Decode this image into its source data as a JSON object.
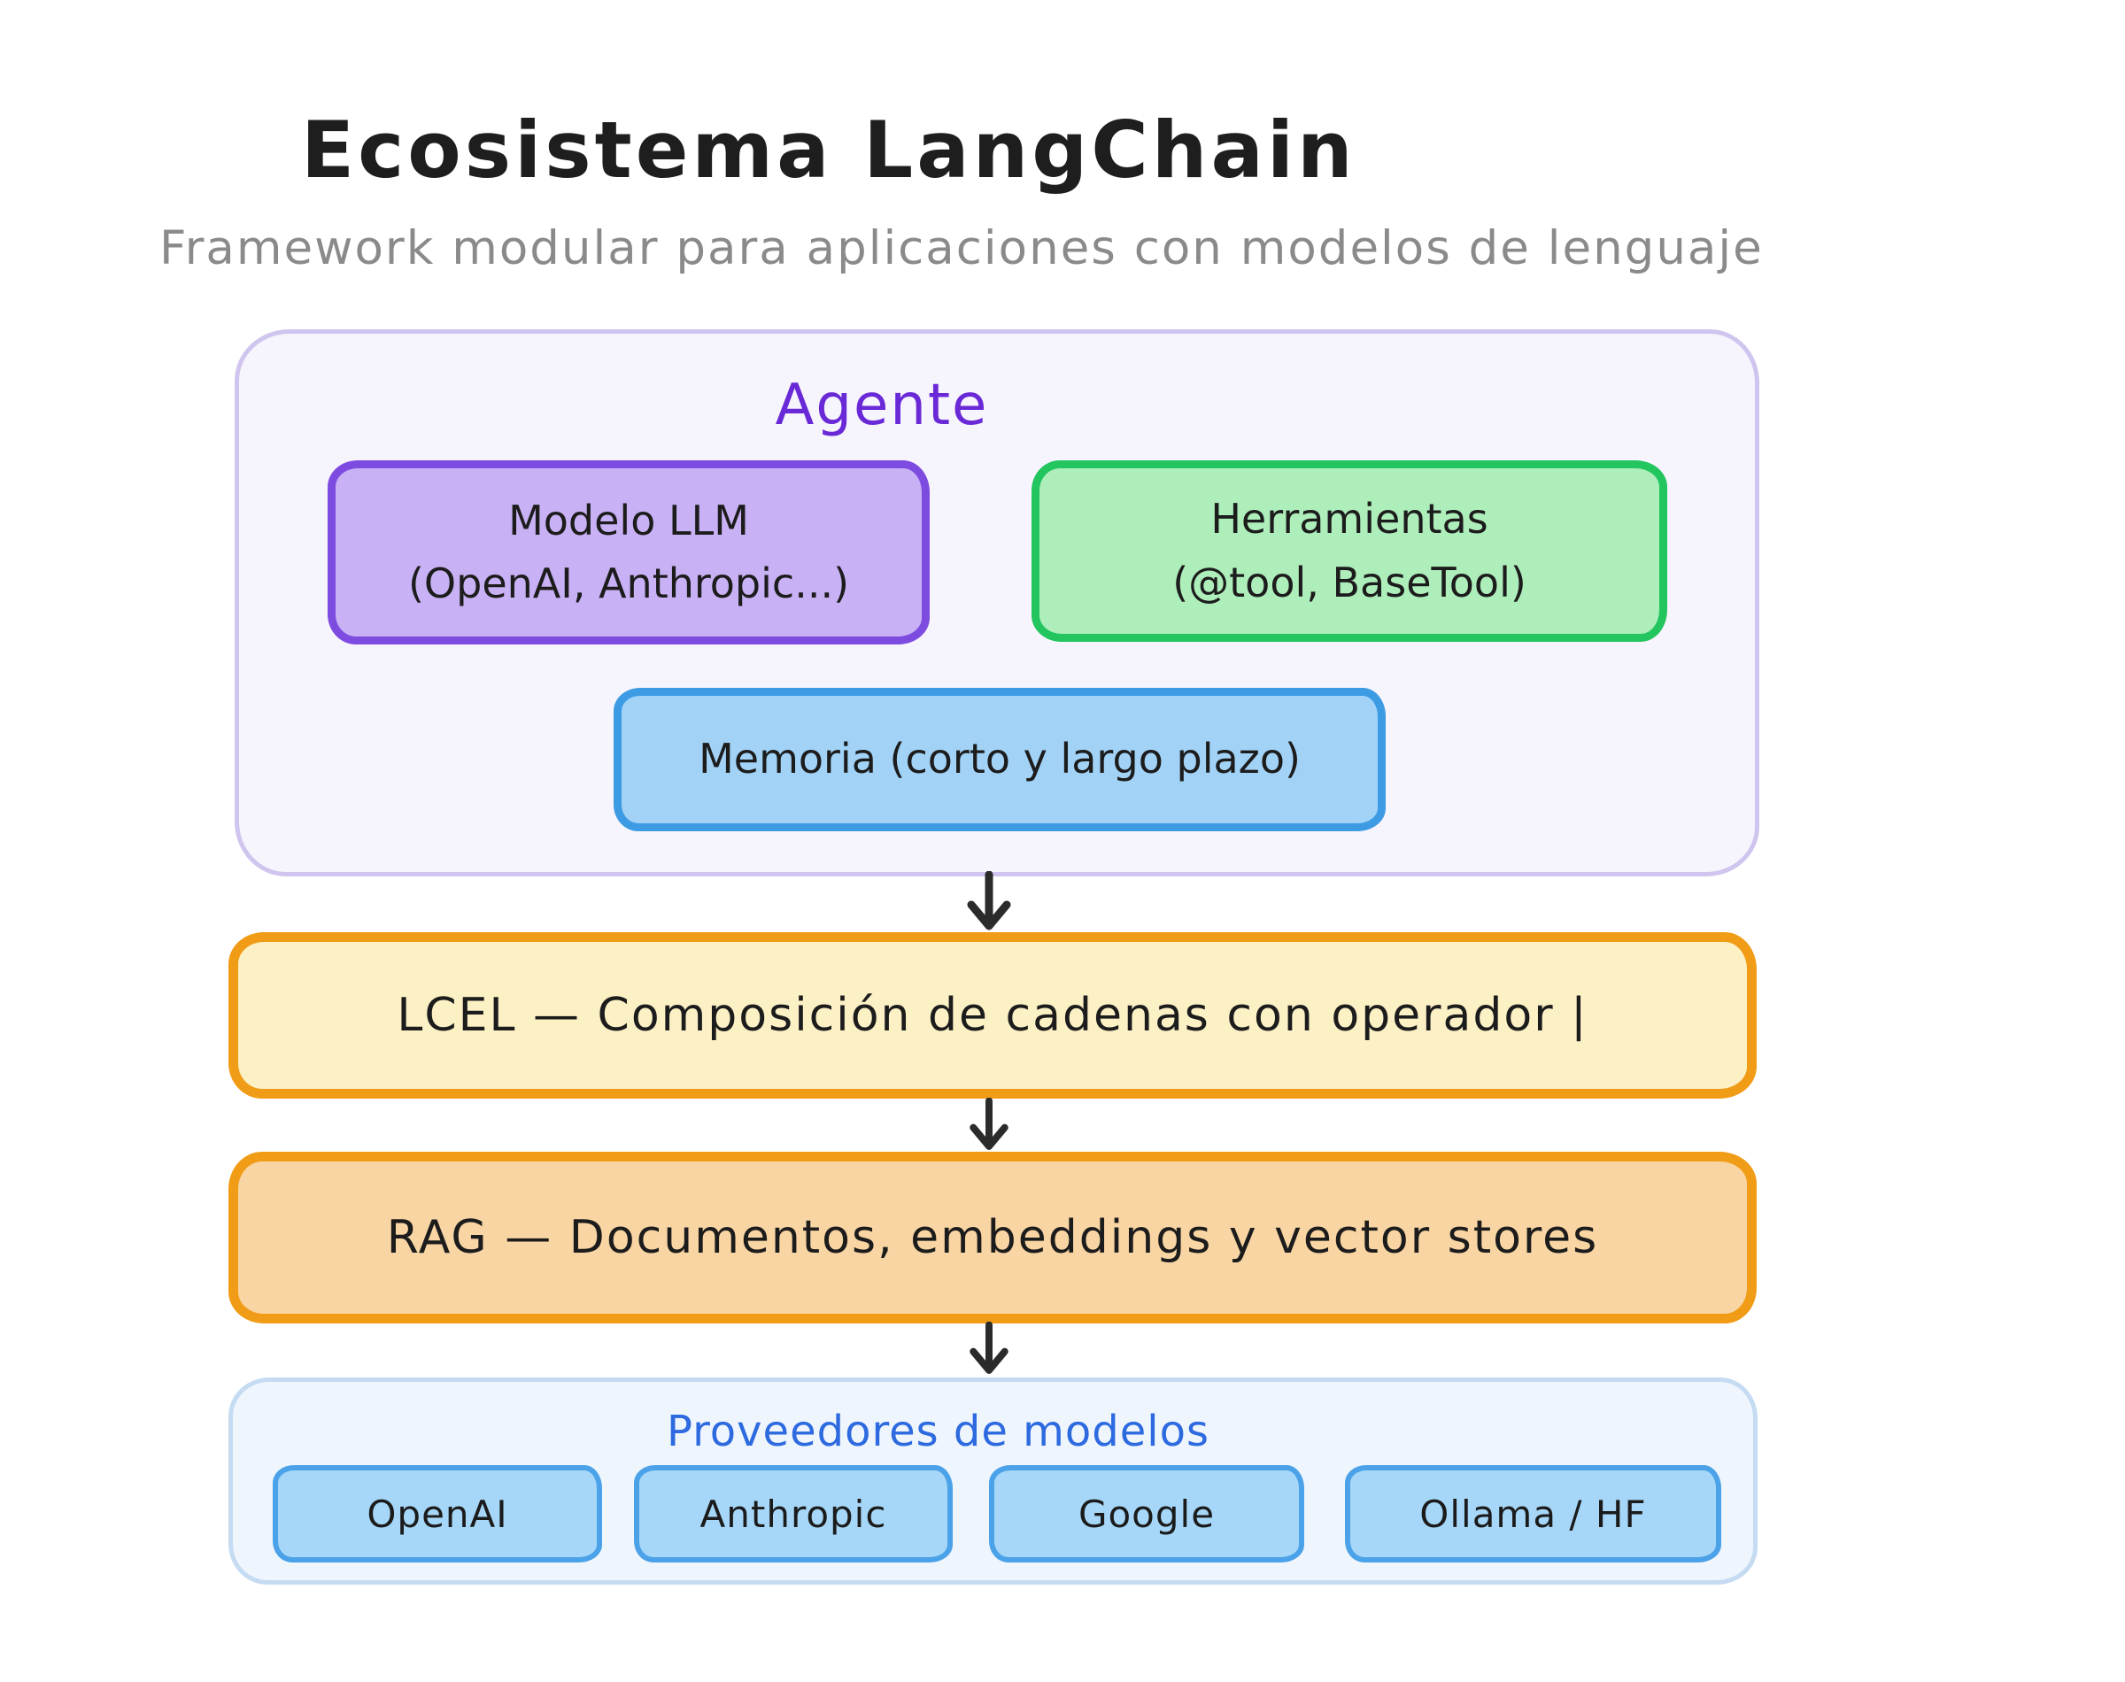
{
  "title": "Ecosistema LangChain",
  "subtitle": "Framework modular para aplicaciones con modelos de lenguaje",
  "agent": {
    "label": "Agente",
    "modelo_llm": {
      "line1": "Modelo LLM",
      "line2": "(OpenAI, Anthropic...)"
    },
    "herramientas": {
      "line1": "Herramientas",
      "line2": "(@tool, BaseTool)"
    },
    "memoria": {
      "line1": "Memoria (corto y largo plazo)"
    }
  },
  "lcel": {
    "label": "LCEL — Composición de cadenas con operador |"
  },
  "rag": {
    "label": "RAG — Documentos, embeddings y vector stores"
  },
  "providers": {
    "label": "Proveedores de modelos",
    "items": [
      "OpenAI",
      "Anthropic",
      "Google",
      "Ollama / HF"
    ]
  },
  "colors": {
    "title_text": "#1e1e1e",
    "subtitle_text": "#8a8a8a",
    "agent_container_fill": "#f6f4fd",
    "agent_container_border": "#d0c5ef",
    "agent_label_text": "#6929d6",
    "modelo_fill": "#c8b1f4",
    "modelo_border": "#7e4be0",
    "herramientas_fill": "#aeeebb",
    "herramientas_border": "#22c55e",
    "memoria_fill": "#a2d3f7",
    "memoria_border": "#3d9be4",
    "lcel_fill": "#fcf0c5",
    "lcel_border": "#f19c16",
    "rag_fill": "#f8d5a3",
    "rag_border": "#f19c16",
    "providers_fill": "#eef5fd",
    "providers_border": "#c5dbf2",
    "providers_label_text": "#2d6ae0",
    "provider_box_fill": "#a6d7f8",
    "provider_box_border": "#4ba2e8",
    "arrow": "#2b2b2b"
  }
}
